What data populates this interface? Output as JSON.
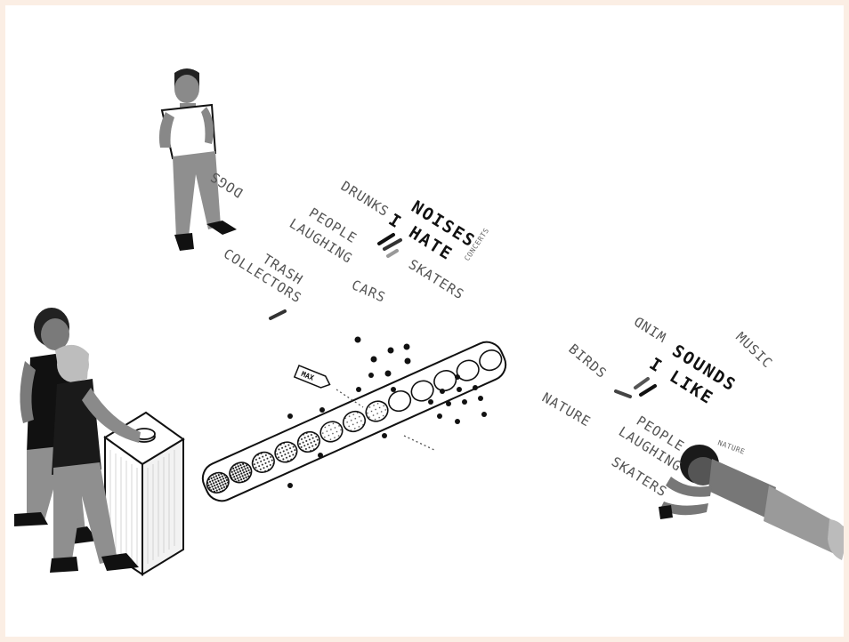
{
  "colors": {
    "border": "#fbeee4",
    "background": "#ffffff",
    "ink": "#111111",
    "figure_gray": "#888888"
  },
  "hate_group": {
    "title_line1": "NOISES",
    "title_line2": "I HATE",
    "words": {
      "dogs": "DOGS",
      "drunks": "DRUNKS",
      "people": "PEOPLE",
      "laughing": "LAUGHING",
      "trash": "TRASH",
      "collectors": "COLLECTORS",
      "cars": "CARS",
      "skaters": "SKATERS",
      "concerts": "CONCERTS"
    }
  },
  "like_group": {
    "title_line1": "SOUNDS",
    "title_line2": "I LIKE",
    "words": {
      "wind": "WIND",
      "music": "MUSIC",
      "birds": "BIRDS",
      "nature": "NATURE",
      "people": "PEOPLE",
      "laughing": "LAUGHING",
      "skaters": "SKATERS",
      "nature_small": "NATURE"
    }
  },
  "meter": {
    "max_label": "MAX",
    "total_cells": 13,
    "filled_cells": 8
  },
  "icons": {
    "console_button": "round-button-icon",
    "max_marker": "max-flag-icon"
  }
}
